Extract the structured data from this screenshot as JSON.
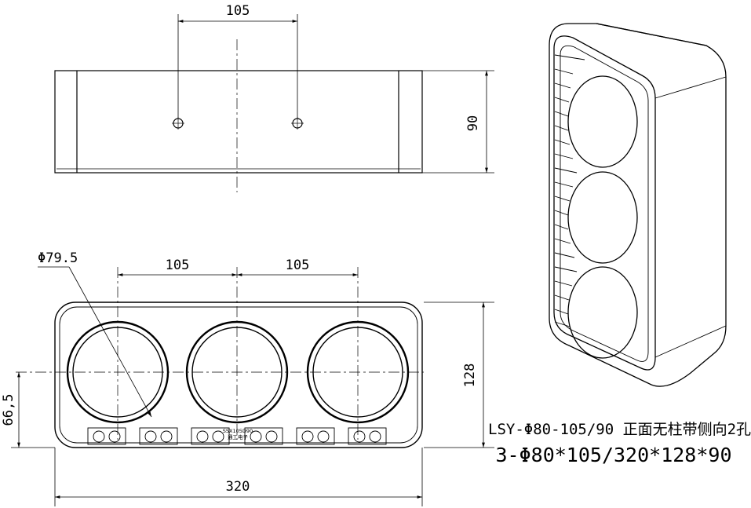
{
  "top_view": {
    "hole_spacing": "105",
    "height": "90"
  },
  "front_view": {
    "hole_diameter": "Φ79.5",
    "spacing_left": "105",
    "spacing_right": "105",
    "height": "128",
    "center_height": "66,5",
    "width": "320",
    "nameplate": [
      "SSX105D90",
      "通工电子"
    ]
  },
  "caption": {
    "line1": "LSY-Φ80-105/90 正面无柱带侧向2孔",
    "line2": "3-Φ80*105/320*128*90"
  }
}
